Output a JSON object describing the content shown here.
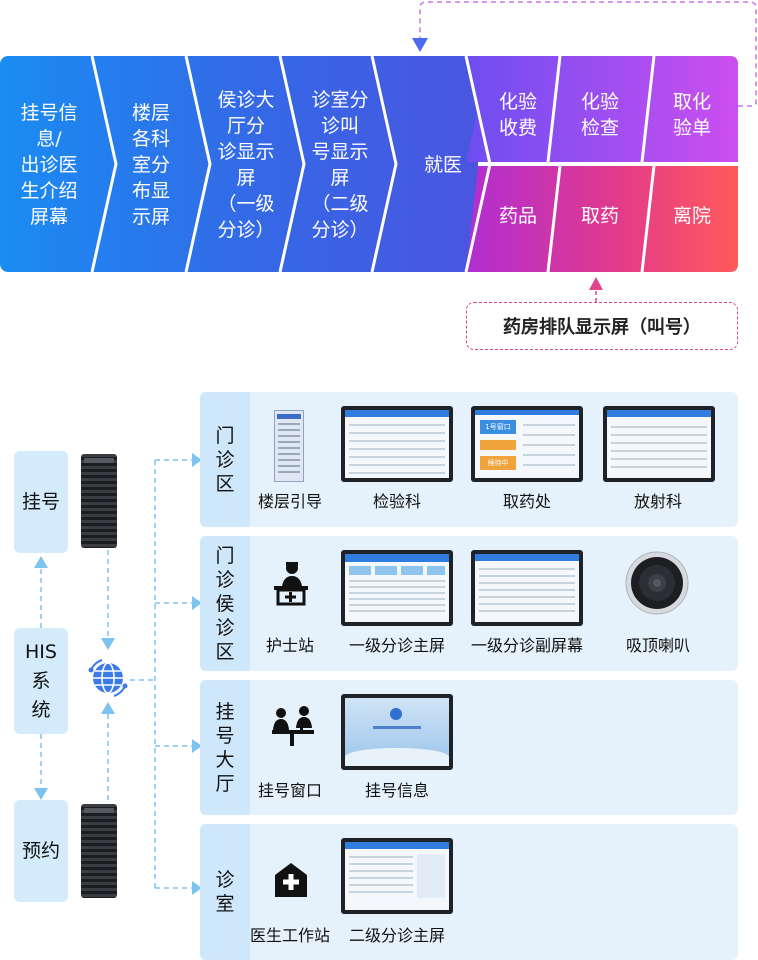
{
  "flow": {
    "steps": [
      "挂号信\n息/\n出诊医\n生介绍\n屏幕",
      "楼层\n各科\n室分\n布显\n示屏",
      "侯诊大\n厅分\n诊显示\n屏\n（一级\n分诊）",
      "诊室分\n诊叫\n号显示\n屏\n（二级\n分诊）",
      "就医"
    ],
    "top_row": [
      "化验\n收费",
      "化验\n检查",
      "取化\n验单"
    ],
    "bottom_row": [
      "药品",
      "取药",
      "离院"
    ],
    "callout": "药房排队显示屏（叫号）"
  },
  "system": {
    "left_boxes": [
      "挂号",
      "HIS\n系\n统",
      "预约"
    ],
    "icons": {
      "server": "server-rack-icon",
      "network": "globe-network-icon",
      "nurse": "nurse-station-icon",
      "speaker": "ceiling-speaker-icon",
      "counter": "registration-counter-icon",
      "clinic": "medical-house-icon"
    },
    "zones": [
      {
        "label": "门\n诊\n区",
        "items": [
          "楼层引导",
          "检验科",
          "取药处",
          "放射科"
        ]
      },
      {
        "label": "门\n诊\n侯\n诊\n区",
        "items": [
          "护士站",
          "一级分诊主屏",
          "一级分诊副屏幕",
          "吸顶喇叭"
        ]
      },
      {
        "label": "挂\n号\n大\n厅",
        "items": [
          "挂号窗口",
          "挂号信息"
        ]
      },
      {
        "label": "诊\n室",
        "items": [
          "医生工作站",
          "二级分诊主屏"
        ]
      }
    ],
    "screen_texts": {
      "pharmacy_window": "1号窗口",
      "pharmacy_waiting": "候待中"
    }
  },
  "colors": {
    "flow_start": "#1e88f0",
    "flow_mid": "#3d5fe0",
    "top_right": "#c94ef0",
    "bottom_left": "#b92fd1",
    "bottom_right": "#ff5a5a",
    "callout_border": "#d9468f",
    "arrow_blue": "#4a6cf0",
    "dash_blue": "#7cc3f0",
    "zone_bg": "#e5f2fc",
    "zone_label_bg": "#cfe7fa"
  }
}
